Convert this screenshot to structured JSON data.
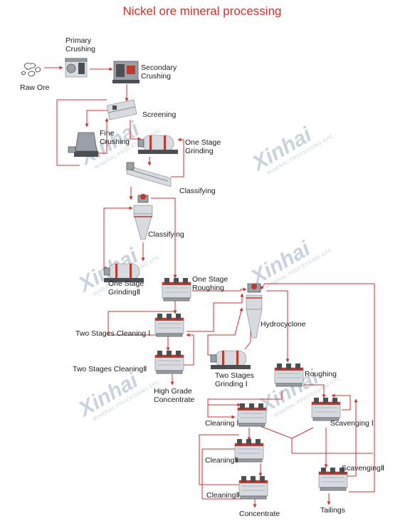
{
  "title": "Nickel ore mineral processing",
  "watermark": {
    "brand": "Xinhai",
    "tagline": "MINERAL PROCESSING EPC"
  },
  "colors": {
    "title": "#d0312d",
    "flow_line": "#d0312d",
    "watermark": "#c9d3df"
  },
  "nodes": {
    "raw_ore": "Raw Ore",
    "primary_crushing": "Primary\nCrushing",
    "secondary_crushing": "Secondary\nCrushing",
    "screening": "Screening",
    "fine_crushing": "Fine\nCrushing",
    "one_stage_grinding": "One Stage\nGrinding",
    "classifying_1": "Classifying",
    "classifying_2": "Classifying",
    "one_stage_grinding_2": "One Stage\nGrindingⅡ",
    "one_stage_roughing": "One Stage\nRoughing",
    "two_stages_cleaning_1": "Two Stages Cleaning Ⅰ",
    "two_stages_cleaning_2": "Two Stages CleaningⅡ",
    "high_grade_concentrate": "High Grade\nConcentrate",
    "hydrocyclone": "Hydrocyclone",
    "two_stages_grinding_1": "Two Stages\nGrinding Ⅰ",
    "roughing": "Roughing",
    "cleaning_1": "Cleaning Ⅰ",
    "scavenging_1": "Scavenging Ⅰ",
    "cleaning_2a": "CleaningⅡ",
    "scavenging_2": "ScavengingⅡ",
    "cleaning_2b": "CleaningⅡ",
    "concentrate": "Concentrate",
    "tailings": "Tailings"
  }
}
